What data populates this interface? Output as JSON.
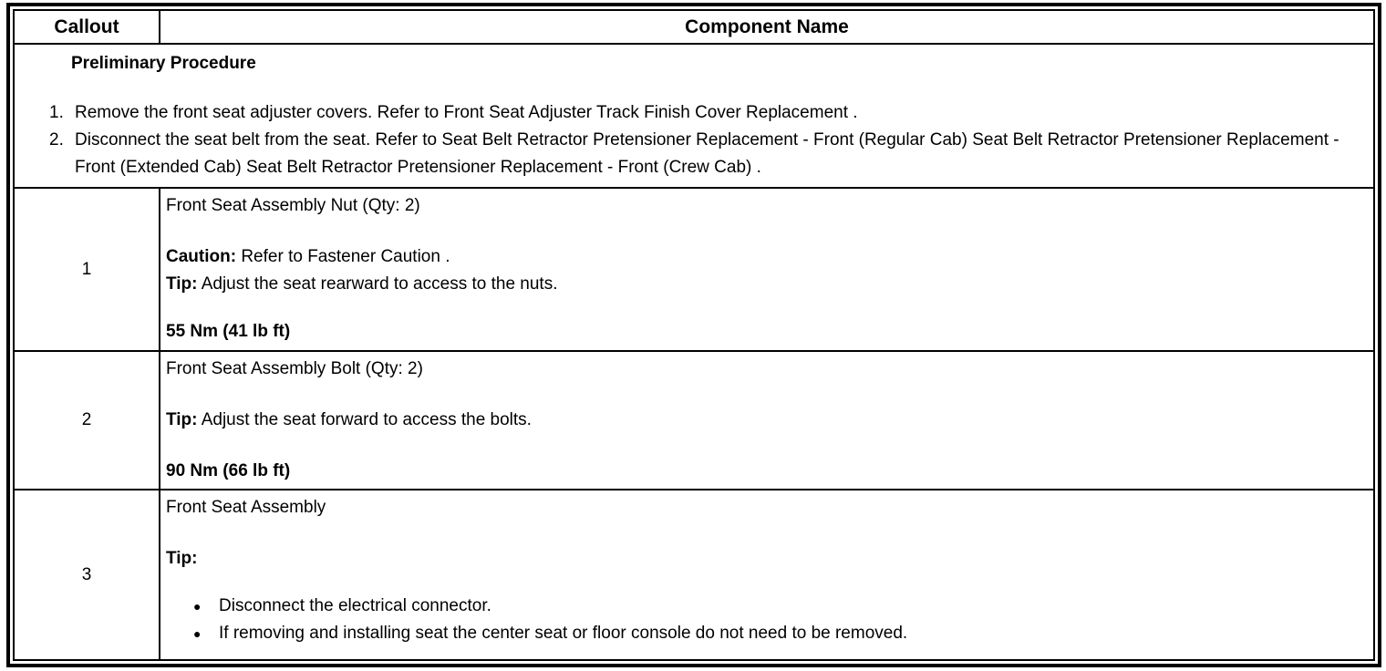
{
  "colors": {
    "border": "#000000",
    "background": "#ffffff",
    "text": "#000000"
  },
  "icons": {
    "bullet_marker": "●"
  },
  "table": {
    "header": {
      "callout": "Callout",
      "component": "Component Name"
    },
    "preliminary": {
      "title": "Preliminary Procedure",
      "steps": [
        {
          "num": "1.",
          "text": "Remove the front seat adjuster covers. Refer to Front Seat Adjuster Track Finish Cover Replacement ."
        },
        {
          "num": "2.",
          "text": "Disconnect the seat belt from the seat. Refer to Seat Belt Retractor Pretensioner Replacement - Front (Regular Cab) Seat Belt Retractor Pretensioner Replacement - Front (Extended Cab) Seat Belt Retractor Pretensioner Replacement - Front (Crew Cab) ."
        }
      ]
    },
    "rows": [
      {
        "callout": "1",
        "name": "Front Seat Assembly Nut (Qty: 2)",
        "caution_label": "Caution:",
        "caution_text": " Refer to Fastener Caution .",
        "tip_label": "Tip:",
        "tip_text": " Adjust the seat rearward to access to the nuts.",
        "torque": "55 Nm (41 lb ft)"
      },
      {
        "callout": "2",
        "name": "Front Seat Assembly Bolt (Qty: 2)",
        "tip_label": "Tip:",
        "tip_text": " Adjust the seat forward to access the bolts.",
        "torque": "90 Nm (66 lb ft)"
      },
      {
        "callout": "3",
        "name": "Front Seat Assembly",
        "tip_label": "Tip:",
        "bullets": [
          "Disconnect the electrical connector.",
          "If removing and installing seat the center seat or floor console do not need to be removed."
        ]
      }
    ]
  }
}
